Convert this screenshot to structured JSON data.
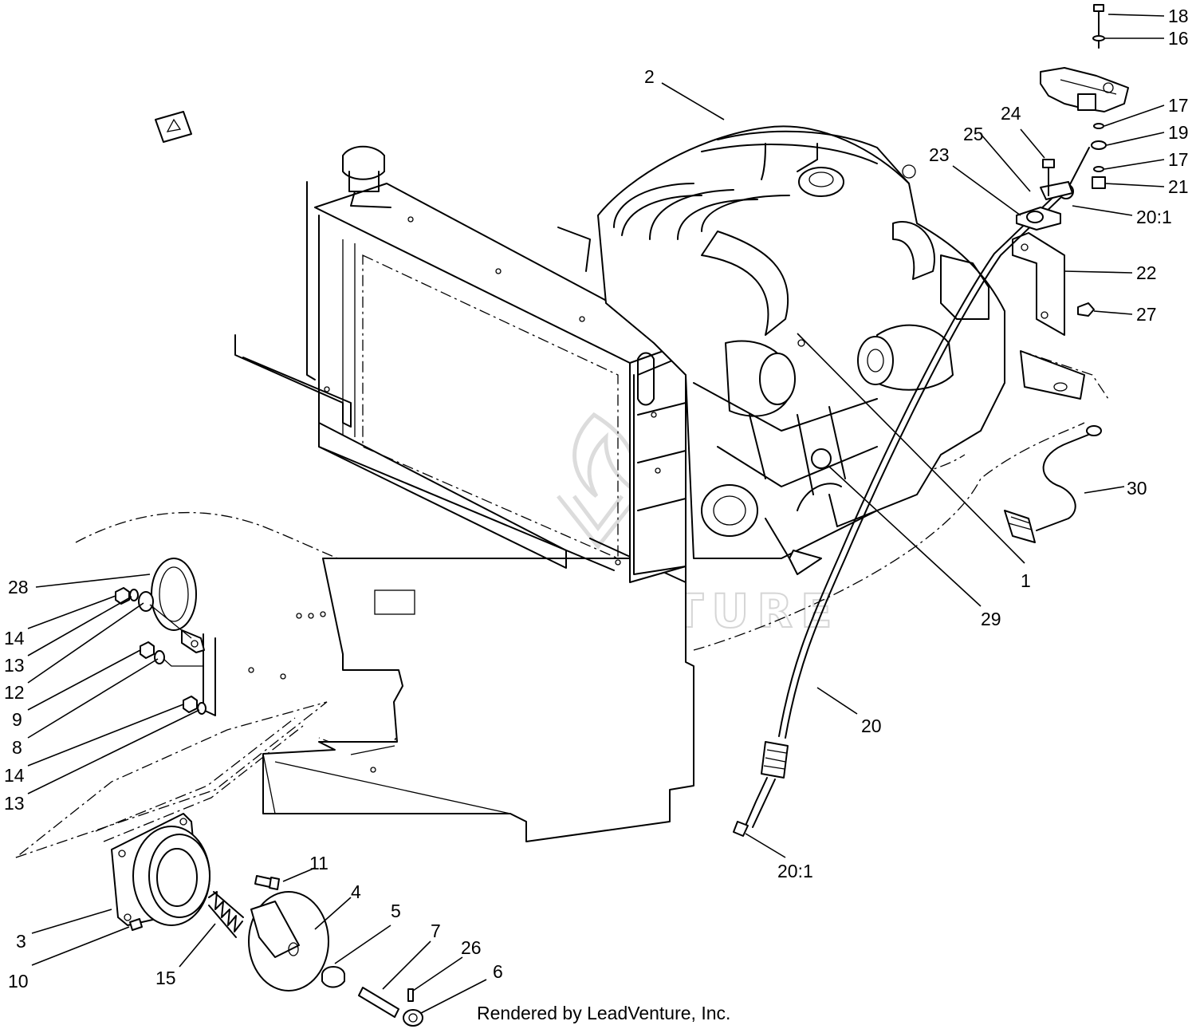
{
  "labels": {
    "l1": "1",
    "l2": "2",
    "l3": "3",
    "l4": "4",
    "l5": "5",
    "l6": "6",
    "l7": "7",
    "l8": "8",
    "l9": "9",
    "l10": "10",
    "l11": "11",
    "l12": "12",
    "l13a": "13",
    "l13b": "13",
    "l14a": "14",
    "l14b": "14",
    "l15": "15",
    "l16": "16",
    "l17a": "17",
    "l17b": "17",
    "l18": "18",
    "l19": "19",
    "l20": "20",
    "l20_1a": "20:1",
    "l20_1b": "20:1",
    "l21": "21",
    "l22": "22",
    "l23": "23",
    "l24": "24",
    "l25": "25",
    "l26": "26",
    "l27": "27",
    "l28": "28",
    "l29": "29",
    "l30": "30"
  },
  "watermark": "LEADVENTURE",
  "credit": "Rendered by LeadVenture, Inc."
}
